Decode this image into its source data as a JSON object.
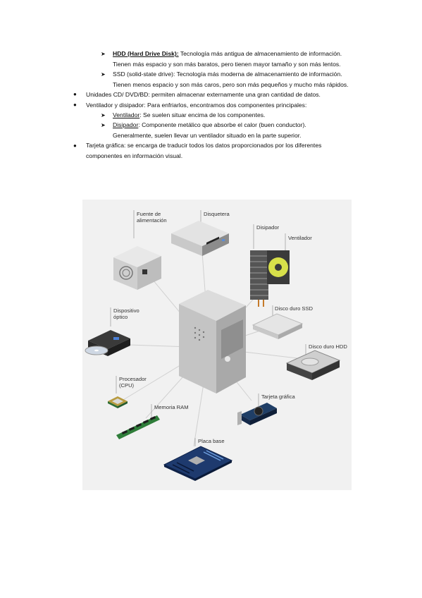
{
  "text": {
    "hdd_label": "HDD (Hard Drive Disk):",
    "hdd_desc": " Tecnología más antigua de almacenamiento de información.",
    "hdd_line2": "Tienen más espacio y son más baratos, pero tienen mayor tamaño y son más lentos.",
    "ssd_label": "SSD (solid-state drive):",
    "ssd_desc": " Tecnología más moderna de almacenamiento de información.",
    "ssd_line2": "Tienen menos espacio y son más caros, pero son más pequeños y mucho más rápidos.",
    "cd_line": "Unidades CD/ DVD/BD: permiten almacenar externamente una gran cantidad de datos.",
    "vent_line": "Ventilador y disipador: Para enfriarlos, encontramos dos componentes principales:",
    "ventilador_label": "Ventilador",
    "ventilador_desc": ": Se suelen situar encima de los componentes.",
    "disipador_label": "Disipador",
    "disipador_desc": ": Componente metálico que absorbe el calor (buen conductor).",
    "disipador_line2": "Generalmente, suelen llevar un ventilador situado en la parte superior.",
    "tarjeta_line1": "Tarjeta gráfica: se encarga de traducir todos los datos proporcionados por los diferentes",
    "tarjeta_line2": "componentes en información visual."
  },
  "diagram": {
    "labels": {
      "fuente": "Fuente de\nalimentación",
      "disquetera": "Disquetera",
      "disipador": "Disipador",
      "ventilador": "Ventilador",
      "optico": "Dispositivo\nóptico",
      "ssd": "Disco duro SSD",
      "hdd": "Disco duro HDD",
      "cpu": "Procesador\n(CPU)",
      "ram": "Memoria RAM",
      "grafica": "Tarjeta gráfica",
      "placa": "Placa base"
    }
  }
}
